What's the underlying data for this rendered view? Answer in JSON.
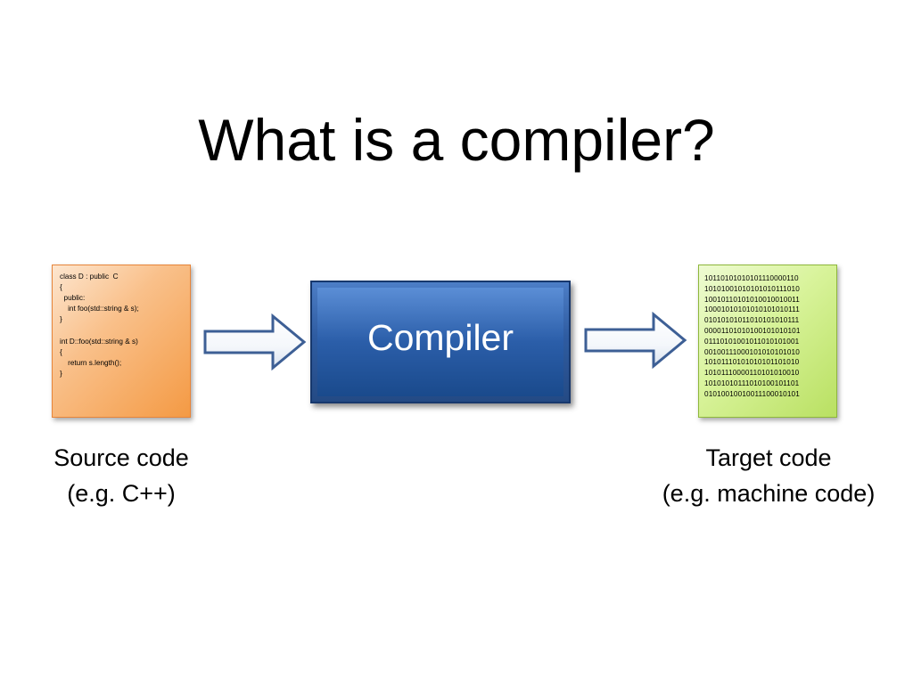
{
  "title": "What is a compiler?",
  "source_box": {
    "code_lines": [
      "class D : public  C",
      "{",
      "  public:",
      "    int foo(std::string & s);",
      "}",
      "",
      "int D::foo(std::string & s)",
      "{",
      "    return s.length();",
      "}"
    ],
    "color": "#f7a85c"
  },
  "compiler_box": {
    "label": "Compiler",
    "color": "#1e4f9a"
  },
  "target_box": {
    "binary_lines": [
      "10110101010101110000110",
      "10101001010101010111010",
      "10010110101010010010011",
      "10001010101010101010111",
      "01010101011010101010111",
      "00001101010100101010101",
      "01110101001011010101001",
      "00100111000101010101010",
      "10101110101010101101010",
      "10101110000110101010010",
      "10101010111010100101101",
      "01010010010011100010101"
    ],
    "color": "#c9ea7d"
  },
  "captions": {
    "source": {
      "line1": "Source code",
      "line2": "(e.g. C++)"
    },
    "target": {
      "line1": "Target code",
      "line2": "(e.g. machine code)"
    }
  },
  "icons": {
    "left_arrow": "right-arrow-icon",
    "right_arrow": "right-arrow-icon"
  }
}
